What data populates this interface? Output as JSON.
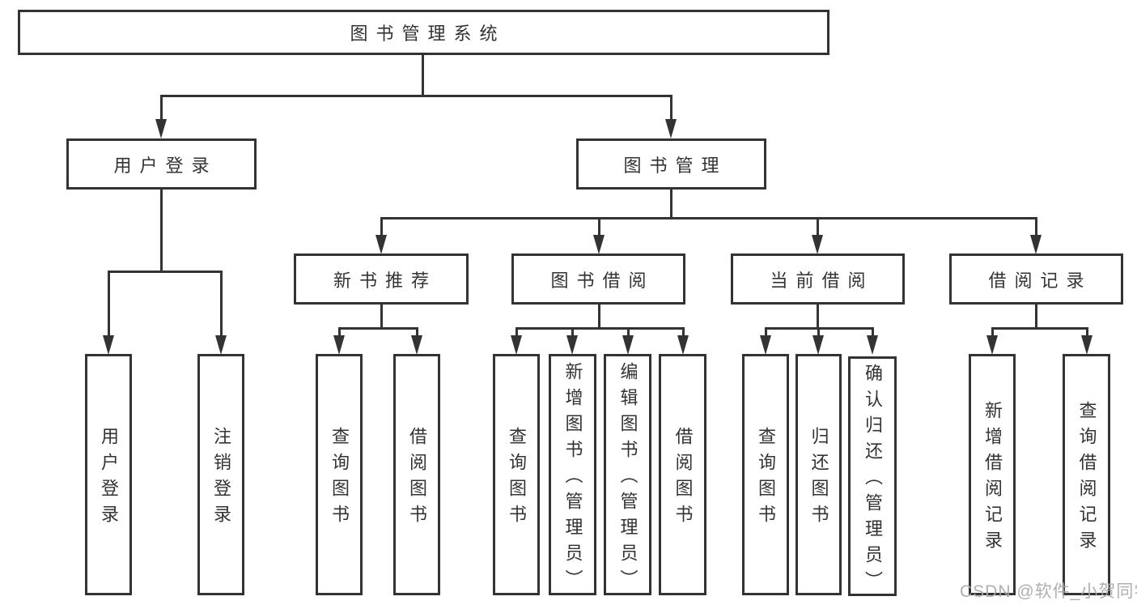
{
  "diagram": {
    "title_node": {
      "label": "图书管理系统"
    },
    "level2": [
      {
        "label": "用户登录"
      },
      {
        "label": "图书管理"
      }
    ],
    "level3": [
      {
        "label": "新书推荐"
      },
      {
        "label": "图书借阅"
      },
      {
        "label": "当前借阅"
      },
      {
        "label": "借阅记录"
      }
    ],
    "leaves": [
      {
        "label": "用户登录",
        "parent": "用户登录"
      },
      {
        "label": "注销登录",
        "parent": "用户登录"
      },
      {
        "label": "查询图书",
        "parent": "新书推荐"
      },
      {
        "label": "借阅图书",
        "parent": "新书推荐"
      },
      {
        "label": "查询图书",
        "parent": "图书借阅"
      },
      {
        "label": "新增图书（管理员）",
        "parent": "图书借阅"
      },
      {
        "label": "编辑图书（管理员）",
        "parent": "图书借阅"
      },
      {
        "label": "借阅图书",
        "parent": "图书借阅"
      },
      {
        "label": "查询图书",
        "parent": "当前借阅"
      },
      {
        "label": "归还图书",
        "parent": "当前借阅"
      },
      {
        "label": "确认归还（管理员）",
        "parent": "当前借阅"
      },
      {
        "label": "新增借阅记录",
        "parent": "借阅记录"
      },
      {
        "label": "查询借阅记录",
        "parent": "借阅记录"
      }
    ]
  },
  "watermark": {
    "text": "CSDN @软件_小贺同学"
  },
  "colors": {
    "line": "#333333",
    "text": "#333333",
    "background": "#ffffff",
    "watermark": "#a8a8a8"
  }
}
